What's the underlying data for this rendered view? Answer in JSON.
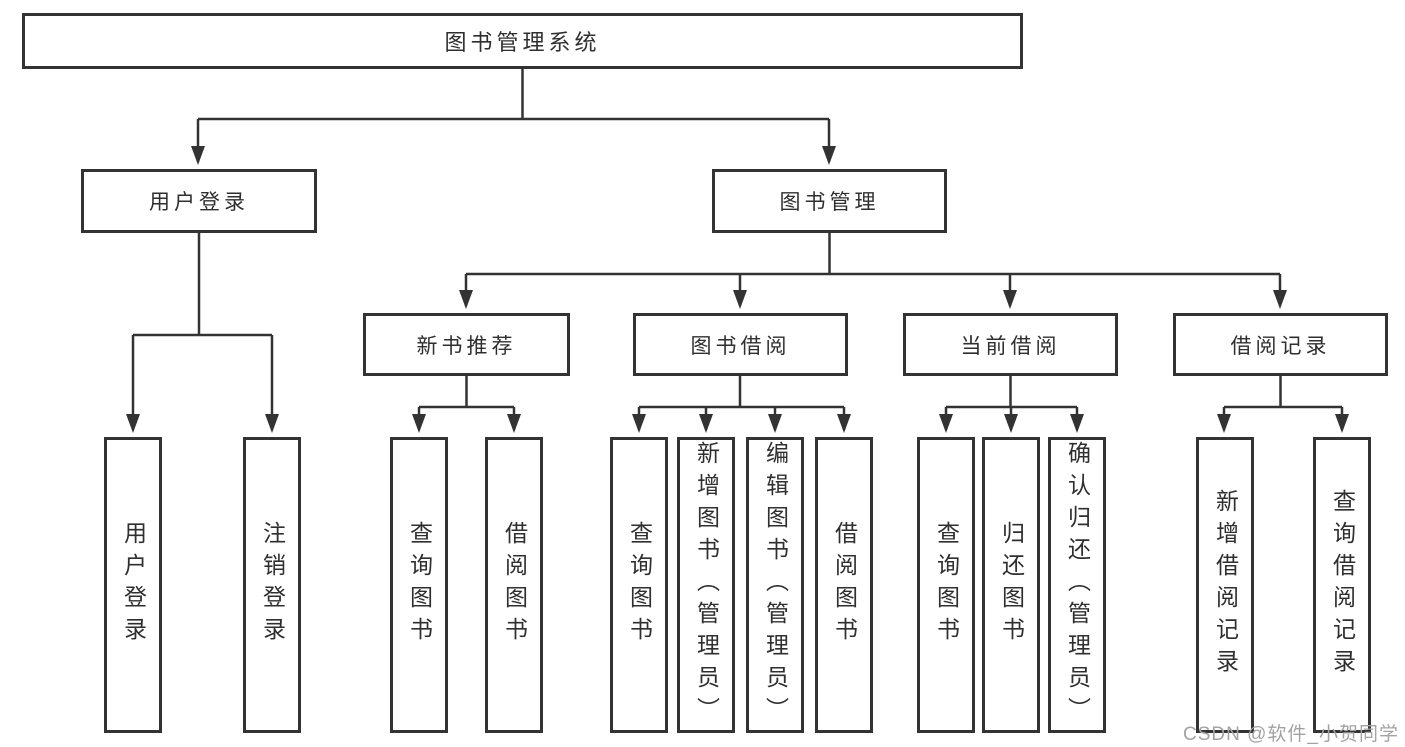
{
  "diagram": {
    "title_node": {
      "label": "图书管理系统"
    },
    "level1": [
      {
        "label": "用户登录"
      },
      {
        "label": "图书管理"
      }
    ],
    "level2": [
      {
        "label": "新书推荐"
      },
      {
        "label": "图书借阅"
      },
      {
        "label": "当前借阅"
      },
      {
        "label": "借阅记录"
      }
    ],
    "leaves": [
      {
        "label": "用户登录"
      },
      {
        "label": "注销登录"
      },
      {
        "label": "查询图书"
      },
      {
        "label": "借阅图书"
      },
      {
        "label": "查询图书"
      },
      {
        "label": "新增图书（管理员）"
      },
      {
        "label": "编辑图书（管理员）"
      },
      {
        "label": "借阅图书"
      },
      {
        "label": "查询图书"
      },
      {
        "label": "归还图书"
      },
      {
        "label": "确认归还（管理员）"
      },
      {
        "label": "新增借阅记录"
      },
      {
        "label": "查询借阅记录"
      }
    ]
  },
  "colors": {
    "line": "#333333",
    "text": "#2f2f2f",
    "watermark": "#a3a3a3"
  },
  "watermark": {
    "text": "CSDN @软件_小贺同学"
  }
}
